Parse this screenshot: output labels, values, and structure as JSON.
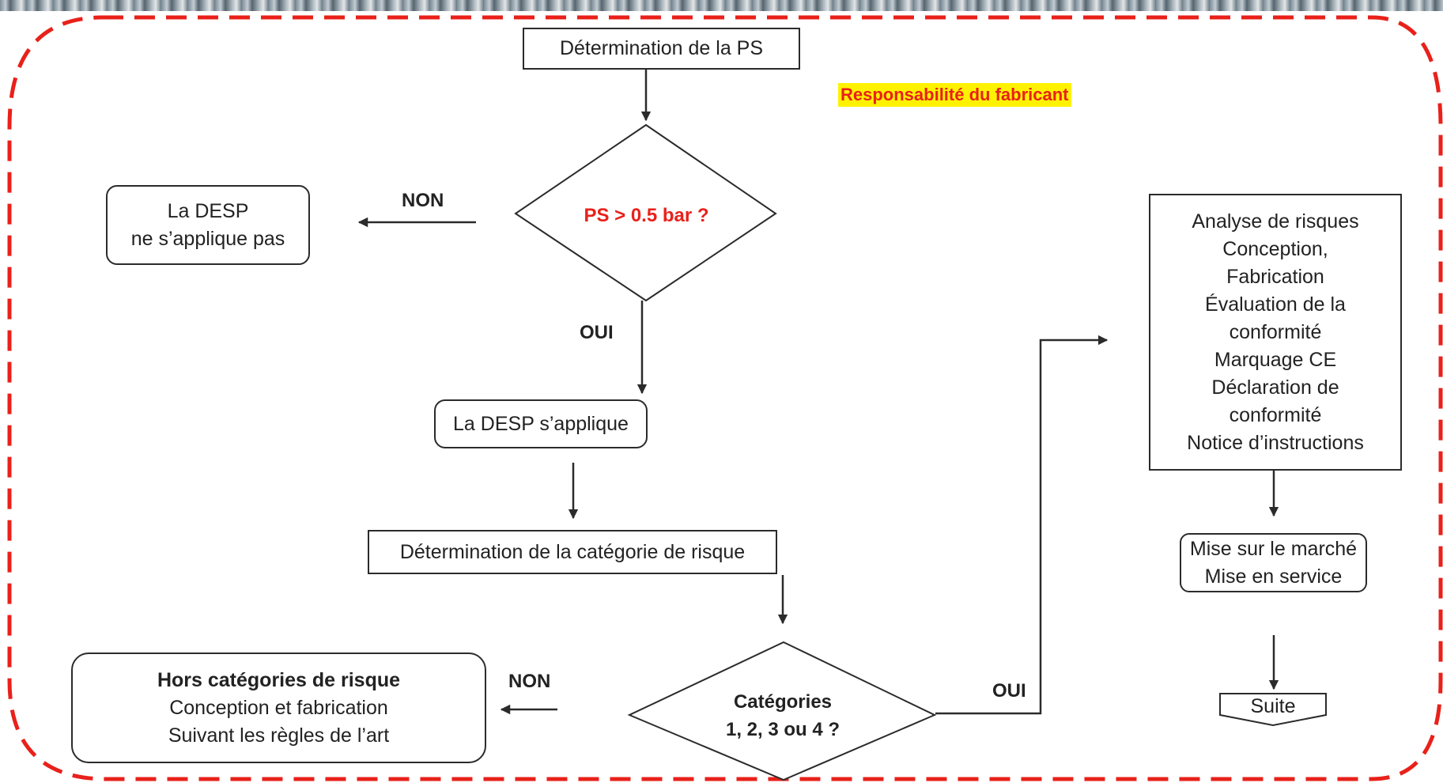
{
  "nodes": {
    "determination_ps": "Détermination de la PS",
    "ps_question": "PS > 0.5 bar ?",
    "desp_not_apply": [
      "La DESP",
      "ne s’applique pas"
    ],
    "desp_applies": "La DESP s’applique",
    "determination_categorie": "Détermination de la catégorie de risque",
    "categories_question": [
      "Catégories",
      "1, 2, 3 ou 4 ?"
    ],
    "hors_categories": {
      "title": "Hors catégories de risque",
      "lines": [
        "Conception et fabrication",
        "Suivant les règles de l’art"
      ]
    },
    "obligations": [
      "Analyse de risques",
      "Conception,",
      "Fabrication",
      "Évaluation de la",
      "conformité",
      "Marquage CE",
      "Déclaration de",
      "conformité",
      "Notice d’instructions"
    ],
    "mise_sur_marche": [
      "Mise sur le marché",
      "Mise en service"
    ],
    "suite": "Suite"
  },
  "edge_labels": {
    "non_top": "NON",
    "oui_top": "OUI",
    "non_bottom": "NON",
    "oui_bottom": "OUI"
  },
  "note": "Responsabilité du fabricant",
  "colors": {
    "frame": "#e8211a",
    "highlight": "#fff200",
    "question_text": "#e8211a",
    "lines": "#2b2b2b"
  }
}
